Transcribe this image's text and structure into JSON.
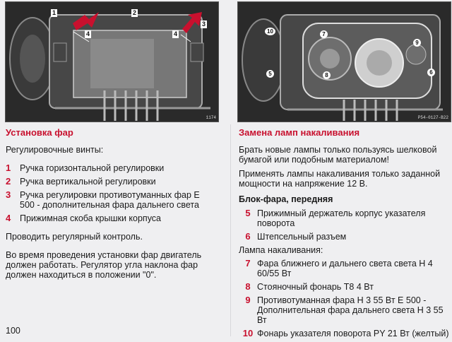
{
  "photos": [
    {
      "tag": "1174",
      "callouts": [
        "1",
        "2",
        "3",
        "4",
        "4"
      ]
    },
    {
      "tag": "P54-0127-B22",
      "callouts": [
        "5",
        "6",
        "7",
        "8",
        "9",
        "10"
      ]
    }
  ],
  "left": {
    "title": "Установка фар",
    "intro": "Регулировочные винты:",
    "items": [
      {
        "num": "1",
        "text": "Ручка горизонтальной регулировки"
      },
      {
        "num": "2",
        "text": "Ручка вертикальной регулировки"
      },
      {
        "num": "3",
        "text": "Ручка регулировки противотуманных фар Е 500 - дополнительная фара дальнего света"
      },
      {
        "num": "4",
        "text": "Прижимная скоба крышки корпуса"
      }
    ],
    "para1": "Проводить регулярный контроль.",
    "para2": "Во время проведения установки фар двигатель должен работать. Регулятор угла наклона фар должен находиться в положении \"0\"."
  },
  "right": {
    "title": "Замена ламп накаливания",
    "para1": "Брать новые лампы только пользуясь шелковой бумагой или подобным материалом!",
    "para2": "Применять лампы накаливания только заданной мощности на напряжение 12 В.",
    "subtitle": "Блок-фара, передняя",
    "items_a": [
      {
        "num": "5",
        "text": "Прижимный держатель корпус указателя поворота"
      },
      {
        "num": "6",
        "text": "Штепсельный разъем"
      }
    ],
    "lamps_label": "Лампа накаливания:",
    "items_b": [
      {
        "num": "7",
        "text": "Фара ближнего и дальнего света света Н 4 60/55 Вт"
      },
      {
        "num": "8",
        "text": "Стояночный фонарь Т8 4 Вт"
      },
      {
        "num": "9",
        "text": "Противотуманная фара Н 3 55 Вт Е 500 - Дополнительная фара дальнего света Н 3 55 Вт"
      },
      {
        "num": "10",
        "text": "Фонарь указателя поворота PY 21 Вт (желтый)"
      }
    ]
  },
  "page_number": "100",
  "colors": {
    "accent": "#c8102e",
    "background": "#efeff1",
    "photo": "#222222"
  }
}
